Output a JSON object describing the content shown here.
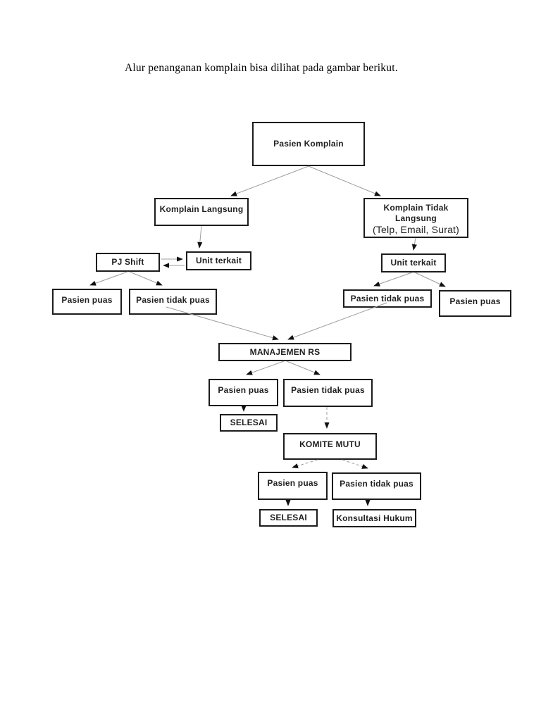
{
  "page": {
    "heading": "Alur penanganan komplain bisa dilihat pada gambar berikut."
  },
  "colors": {
    "page_bg": "#ffffff",
    "box_fill": "#ffffff",
    "box_border": "#1c1c1c",
    "text": "#1f1f1f",
    "connector_line": "#9c9c9c",
    "arrowhead": "#111111"
  },
  "flowchart": {
    "nodes": {
      "pasien_komplain": {
        "label": "Pasien Komplain"
      },
      "komplain_langsung": {
        "label": "Komplain Langsung"
      },
      "komplain_tidak_langsung": {
        "label": "Komplain Tidak Langsung",
        "sublabel": "(Telp, Email, Surat)"
      },
      "pj_shift": {
        "label": "PJ Shift"
      },
      "unit_terkait_left": {
        "label": "Unit terkait"
      },
      "unit_terkait_right": {
        "label": "Unit terkait"
      },
      "pasien_puas_left": {
        "label": "Pasien puas"
      },
      "pasien_tidak_puas_left": {
        "label": "Pasien tidak puas"
      },
      "pasien_tidak_puas_right": {
        "label": "Pasien tidak puas"
      },
      "pasien_puas_right": {
        "label": "Pasien puas"
      },
      "manajemen_rs": {
        "label": "MANAJEMEN RS"
      },
      "pasien_puas_mid": {
        "label": "Pasien puas"
      },
      "pasien_tidak_puas_mid": {
        "label": "Pasien tidak puas"
      },
      "selesai_1": {
        "label": "SELESAI"
      },
      "komite_mutu": {
        "label": "KOMITE MUTU"
      },
      "pasien_puas_komite": {
        "label": "Pasien puas"
      },
      "pasien_tidak_puas_komite": {
        "label": "Pasien tidak puas"
      },
      "selesai_2": {
        "label": "SELESAI"
      },
      "konsultasi_hukum": {
        "label": "Konsultasi Hukum"
      }
    },
    "edges": [
      {
        "from": "pasien_komplain",
        "to": "komplain_langsung",
        "style": "solid"
      },
      {
        "from": "pasien_komplain",
        "to": "komplain_tidak_langsung",
        "style": "solid"
      },
      {
        "from": "komplain_langsung",
        "to": "unit_terkait_left",
        "style": "solid"
      },
      {
        "from": "pj_shift",
        "to": "unit_terkait_left",
        "style": "solid"
      },
      {
        "from": "unit_terkait_left",
        "to": "pj_shift",
        "style": "solid"
      },
      {
        "from": "pj_shift",
        "to": "pasien_puas_left",
        "style": "solid"
      },
      {
        "from": "pj_shift",
        "to": "pasien_tidak_puas_left",
        "style": "solid"
      },
      {
        "from": "komplain_tidak_langsung",
        "to": "unit_terkait_right",
        "style": "solid"
      },
      {
        "from": "unit_terkait_right",
        "to": "pasien_tidak_puas_right",
        "style": "solid"
      },
      {
        "from": "unit_terkait_right",
        "to": "pasien_puas_right",
        "style": "solid"
      },
      {
        "from": "pasien_tidak_puas_left",
        "to": "manajemen_rs",
        "style": "solid"
      },
      {
        "from": "pasien_tidak_puas_right",
        "to": "manajemen_rs",
        "style": "solid"
      },
      {
        "from": "manajemen_rs",
        "to": "pasien_puas_mid",
        "style": "solid"
      },
      {
        "from": "manajemen_rs",
        "to": "pasien_tidak_puas_mid",
        "style": "solid"
      },
      {
        "from": "pasien_puas_mid",
        "to": "selesai_1",
        "style": "dashed"
      },
      {
        "from": "pasien_tidak_puas_mid",
        "to": "komite_mutu",
        "style": "dashed"
      },
      {
        "from": "komite_mutu",
        "to": "pasien_puas_komite",
        "style": "dashed"
      },
      {
        "from": "komite_mutu",
        "to": "pasien_tidak_puas_komite",
        "style": "dashed"
      },
      {
        "from": "pasien_puas_komite",
        "to": "selesai_2",
        "style": "solid"
      },
      {
        "from": "pasien_tidak_puas_komite",
        "to": "konsultasi_hukum",
        "style": "solid"
      }
    ]
  }
}
